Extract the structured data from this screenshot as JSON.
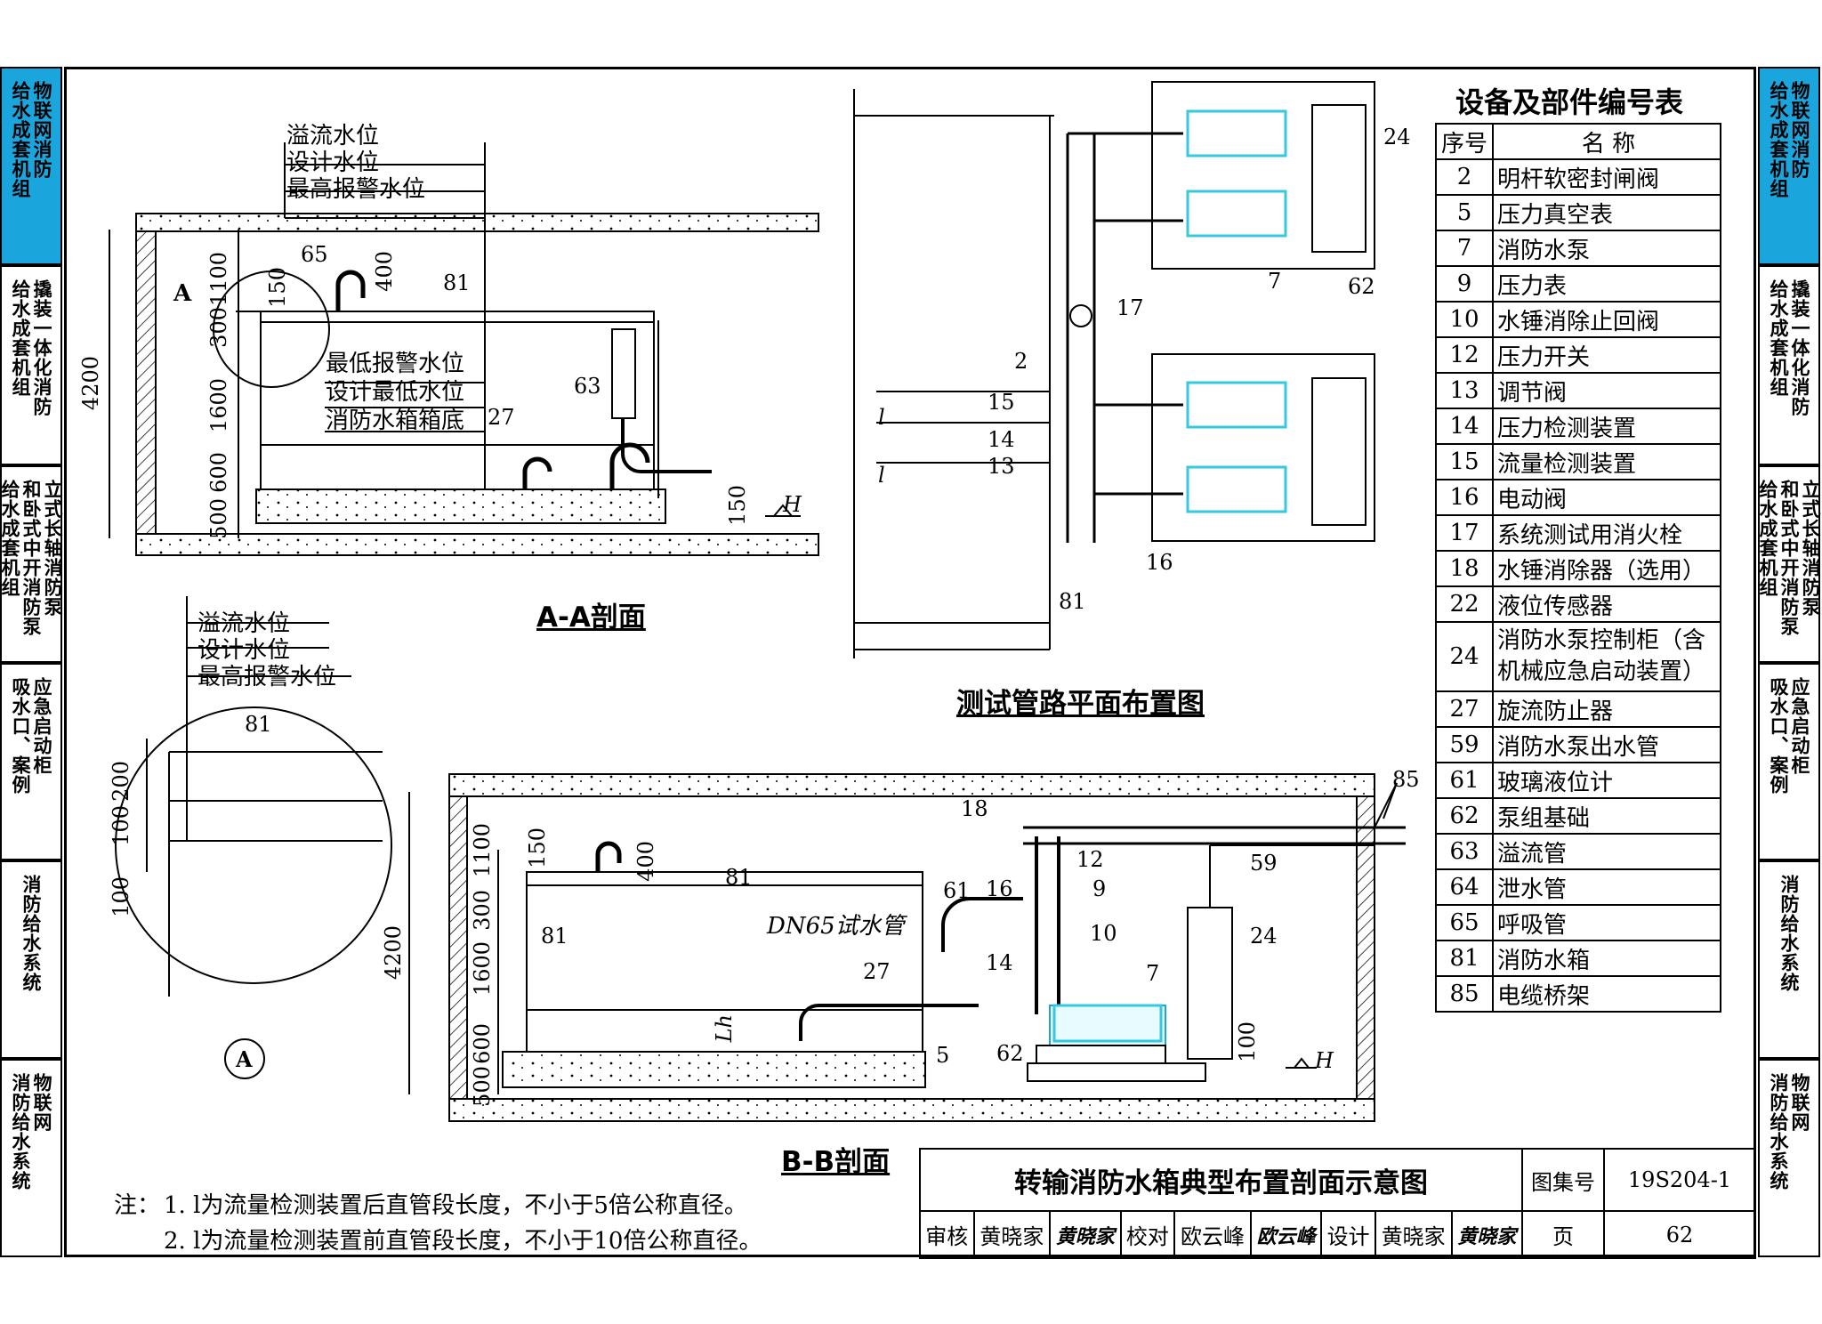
{
  "side_tabs": [
    {
      "col1": "物联网消防",
      "col2": "给水成套机组",
      "active": true
    },
    {
      "col1": "撬装一体化消防",
      "col2": "给水成套机组",
      "active": false
    },
    {
      "col1": "立式长轴消防泵",
      "col2": "和卧式中开消防泵",
      "col3": "给水成套机组",
      "active": false
    },
    {
      "col1": "应急启动柜",
      "col2": "吸水口、案例",
      "active": false
    },
    {
      "col1": "消防给水系统",
      "active": false
    },
    {
      "col1": "物联网",
      "col2": "消防给水系统",
      "active": false
    }
  ],
  "section_aa": {
    "title": "A-A剖面",
    "labels": {
      "overflow": "溢流水位",
      "design": "设计水位",
      "alarm_high": "最高报警水位",
      "alarm_low": "最低报警水位",
      "design_low": "设计最低水位",
      "tank_bottom": "消防水箱箱底"
    },
    "dims": {
      "total": "4200",
      "d1100": "1100",
      "d300": "300",
      "d1600": "1600",
      "d600": "600",
      "d500": "500",
      "d150": "150",
      "d400": "400",
      "d150b": "150"
    },
    "tags": {
      "t65": "65",
      "t81": "81",
      "t63": "63",
      "t27": "27",
      "marker": "A",
      "h": "H"
    }
  },
  "detail_a": {
    "labels": {
      "overflow": "溢流水位",
      "design": "设计水位",
      "alarm_high": "最高报警水位"
    },
    "dims": {
      "d200": "200",
      "d100a": "100",
      "d100b": "100"
    },
    "tag81": "81",
    "circle": "A"
  },
  "plan": {
    "title": "测试管路平面布置图",
    "tags": {
      "t24": "24",
      "t62": "62",
      "t7": "7",
      "t17": "17",
      "t2": "2",
      "t15": "15",
      "t14": "14",
      "t13": "13",
      "t16": "16",
      "t81": "81",
      "l1": "l",
      "l2": "l"
    }
  },
  "section_bb": {
    "title": "B-B剖面",
    "pipe_label": "DN65试水管",
    "dims": {
      "total": "4200",
      "d1100": "1100",
      "d300": "300",
      "d1600": "1600",
      "d600": "600",
      "d500": "500",
      "d150": "150",
      "d400": "400",
      "d100": "100",
      "lh": "Lh"
    },
    "tags": {
      "t85": "85",
      "t18": "18",
      "t81a": "81",
      "t81b": "81",
      "t12": "12",
      "t59": "59",
      "t16": "16",
      "t61": "61",
      "t9": "9",
      "t10": "10",
      "t24": "24",
      "t14": "14",
      "t27": "27",
      "t7": "7",
      "t5": "5",
      "t62": "62",
      "h": "H"
    }
  },
  "parts_table": {
    "title": "设备及部件编号表",
    "headers": [
      "序号",
      "名 称"
    ],
    "rows": [
      [
        "2",
        "明杆软密封闸阀"
      ],
      [
        "5",
        "压力真空表"
      ],
      [
        "7",
        "消防水泵"
      ],
      [
        "9",
        "压力表"
      ],
      [
        "10",
        "水锤消除止回阀"
      ],
      [
        "12",
        "压力开关"
      ],
      [
        "13",
        "调节阀"
      ],
      [
        "14",
        "压力检测装置"
      ],
      [
        "15",
        "流量检测装置"
      ],
      [
        "16",
        "电动阀"
      ],
      [
        "17",
        "系统测试用消火栓"
      ],
      [
        "18",
        "水锤消除器（选用）"
      ],
      [
        "22",
        "液位传感器"
      ],
      [
        "24",
        "消防水泵控制柜（含机械应急启动装置）"
      ],
      [
        "27",
        "旋流防止器"
      ],
      [
        "59",
        "消防水泵出水管"
      ],
      [
        "61",
        "玻璃液位计"
      ],
      [
        "62",
        "泵组基础"
      ],
      [
        "63",
        "溢流管"
      ],
      [
        "64",
        "泄水管"
      ],
      [
        "65",
        "呼吸管"
      ],
      [
        "81",
        "消防水箱"
      ],
      [
        "85",
        "电缆桥架"
      ]
    ]
  },
  "notes": {
    "prefix": "注：",
    "n1": "1.  l为流量检测装置后直管段长度，不小于5倍公称直径。",
    "n2": "2.  l为流量检测装置前直管段长度，不小于10倍公称直径。"
  },
  "title_block": {
    "drawing_title": "转输消防水箱典型布置剖面示意图",
    "atlas_label": "图集号",
    "atlas_no": "19S204-1",
    "review_label": "审核",
    "reviewer": "黄晓家",
    "check_label": "校对",
    "checker": "欧云峰",
    "design_label": "设计",
    "designer": "黄晓家",
    "page_label": "页",
    "page_no": "62"
  },
  "colors": {
    "pump_accent": "#35c8e0",
    "tab_active": "#1aa6dd"
  }
}
